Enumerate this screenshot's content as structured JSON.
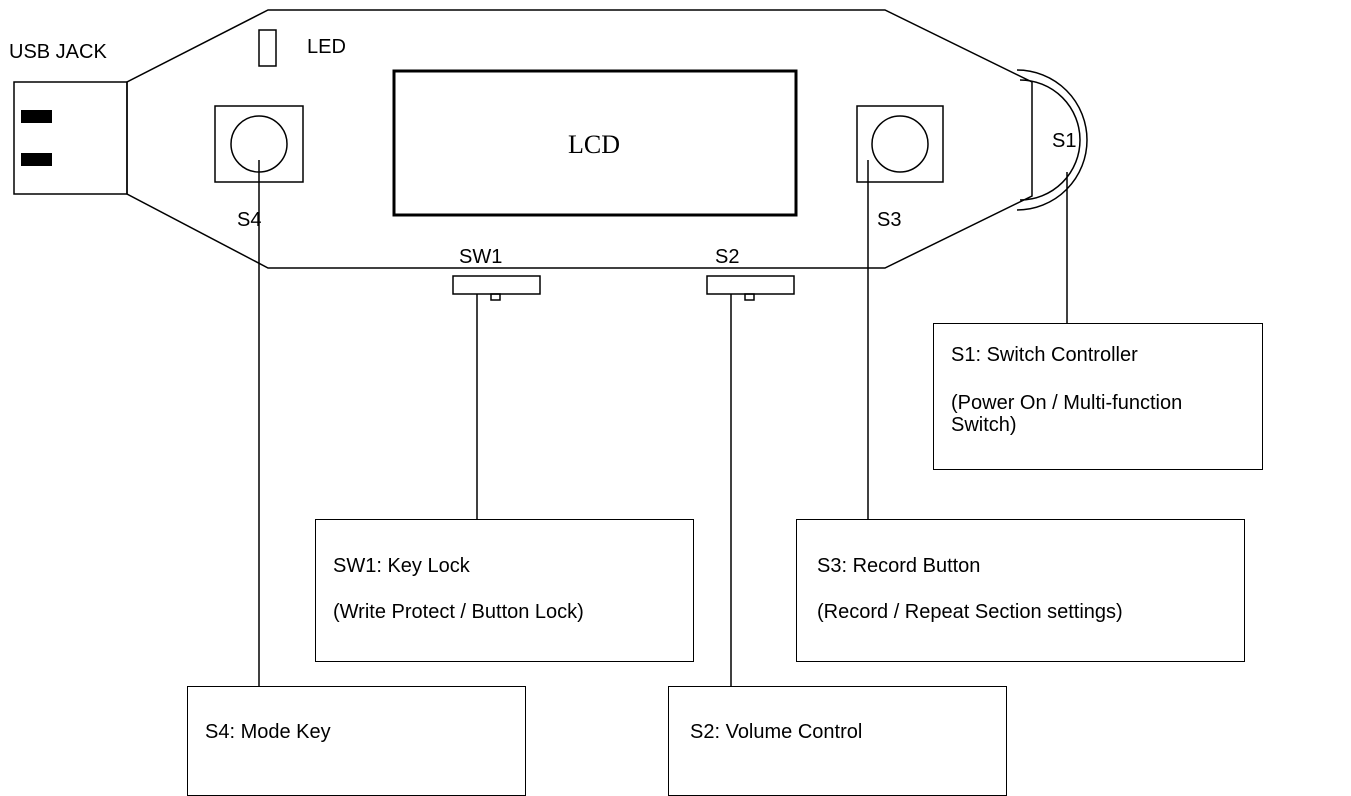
{
  "labels": {
    "usb_jack": "USB JACK",
    "led": "LED",
    "lcd": "LCD",
    "s1": "S1",
    "s2": "S2",
    "s3": "S3",
    "s4": "S4",
    "sw1": "SW1"
  },
  "callouts": {
    "s1": {
      "title": "S1: Switch Controller",
      "desc": "(Power On / Multi-function Switch)"
    },
    "sw1": {
      "title": "SW1: Key Lock",
      "desc": "(Write Protect / Button Lock)"
    },
    "s3": {
      "title": "S3: Record Button",
      "desc": "(Record / Repeat Section settings)"
    },
    "s4": {
      "title": "S4: Mode Key"
    },
    "s2": {
      "title": "S2: Volume Control"
    }
  }
}
